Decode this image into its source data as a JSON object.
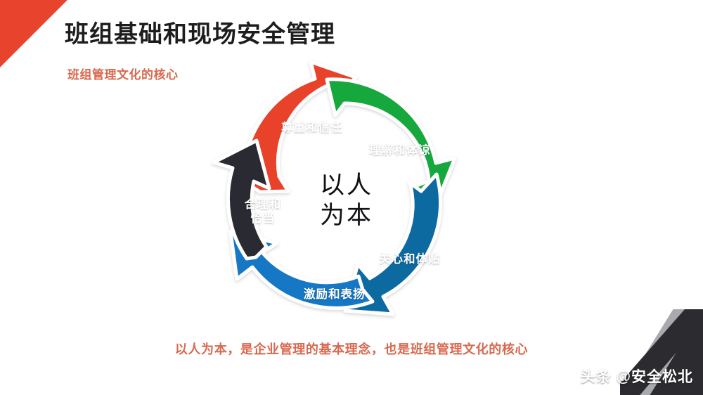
{
  "header": {
    "title": "班组基础和现场安全管理",
    "subtitle": "班组管理文化的核心"
  },
  "diagram": {
    "type": "cycle-arrow-wheel",
    "center_line1": "以人",
    "center_line2": "为本",
    "segments": [
      {
        "id": "respect",
        "label": "尊重和信任",
        "color": "#E8432C",
        "position": "top"
      },
      {
        "id": "understand",
        "label": "理解和体谅",
        "color": "#14A83D",
        "position": "top-right"
      },
      {
        "id": "care",
        "label": "关心和体贴",
        "color": "#0B6BA0",
        "position": "bottom-right"
      },
      {
        "id": "motivate",
        "label": "激励和表扬",
        "color": "#1277C4",
        "position": "bottom"
      },
      {
        "id": "reasonable",
        "label": "合理和恰当",
        "label_line1": "合理和",
        "label_line2": "恰当",
        "color": "#2B2B30",
        "position": "left"
      }
    ]
  },
  "caption": "以人为本，是企业管理的基本理念，也是班组管理文化的核心",
  "watermark": "头条 @安全松北",
  "colors": {
    "background": "#FFFFFF",
    "accent_red": "#E8432C",
    "title": "#1D1D1F",
    "subtitle": "#D8694F",
    "caption": "#D8694F",
    "corner_dark": "#2B2B30",
    "corner_gray": "#A9AAAE"
  }
}
